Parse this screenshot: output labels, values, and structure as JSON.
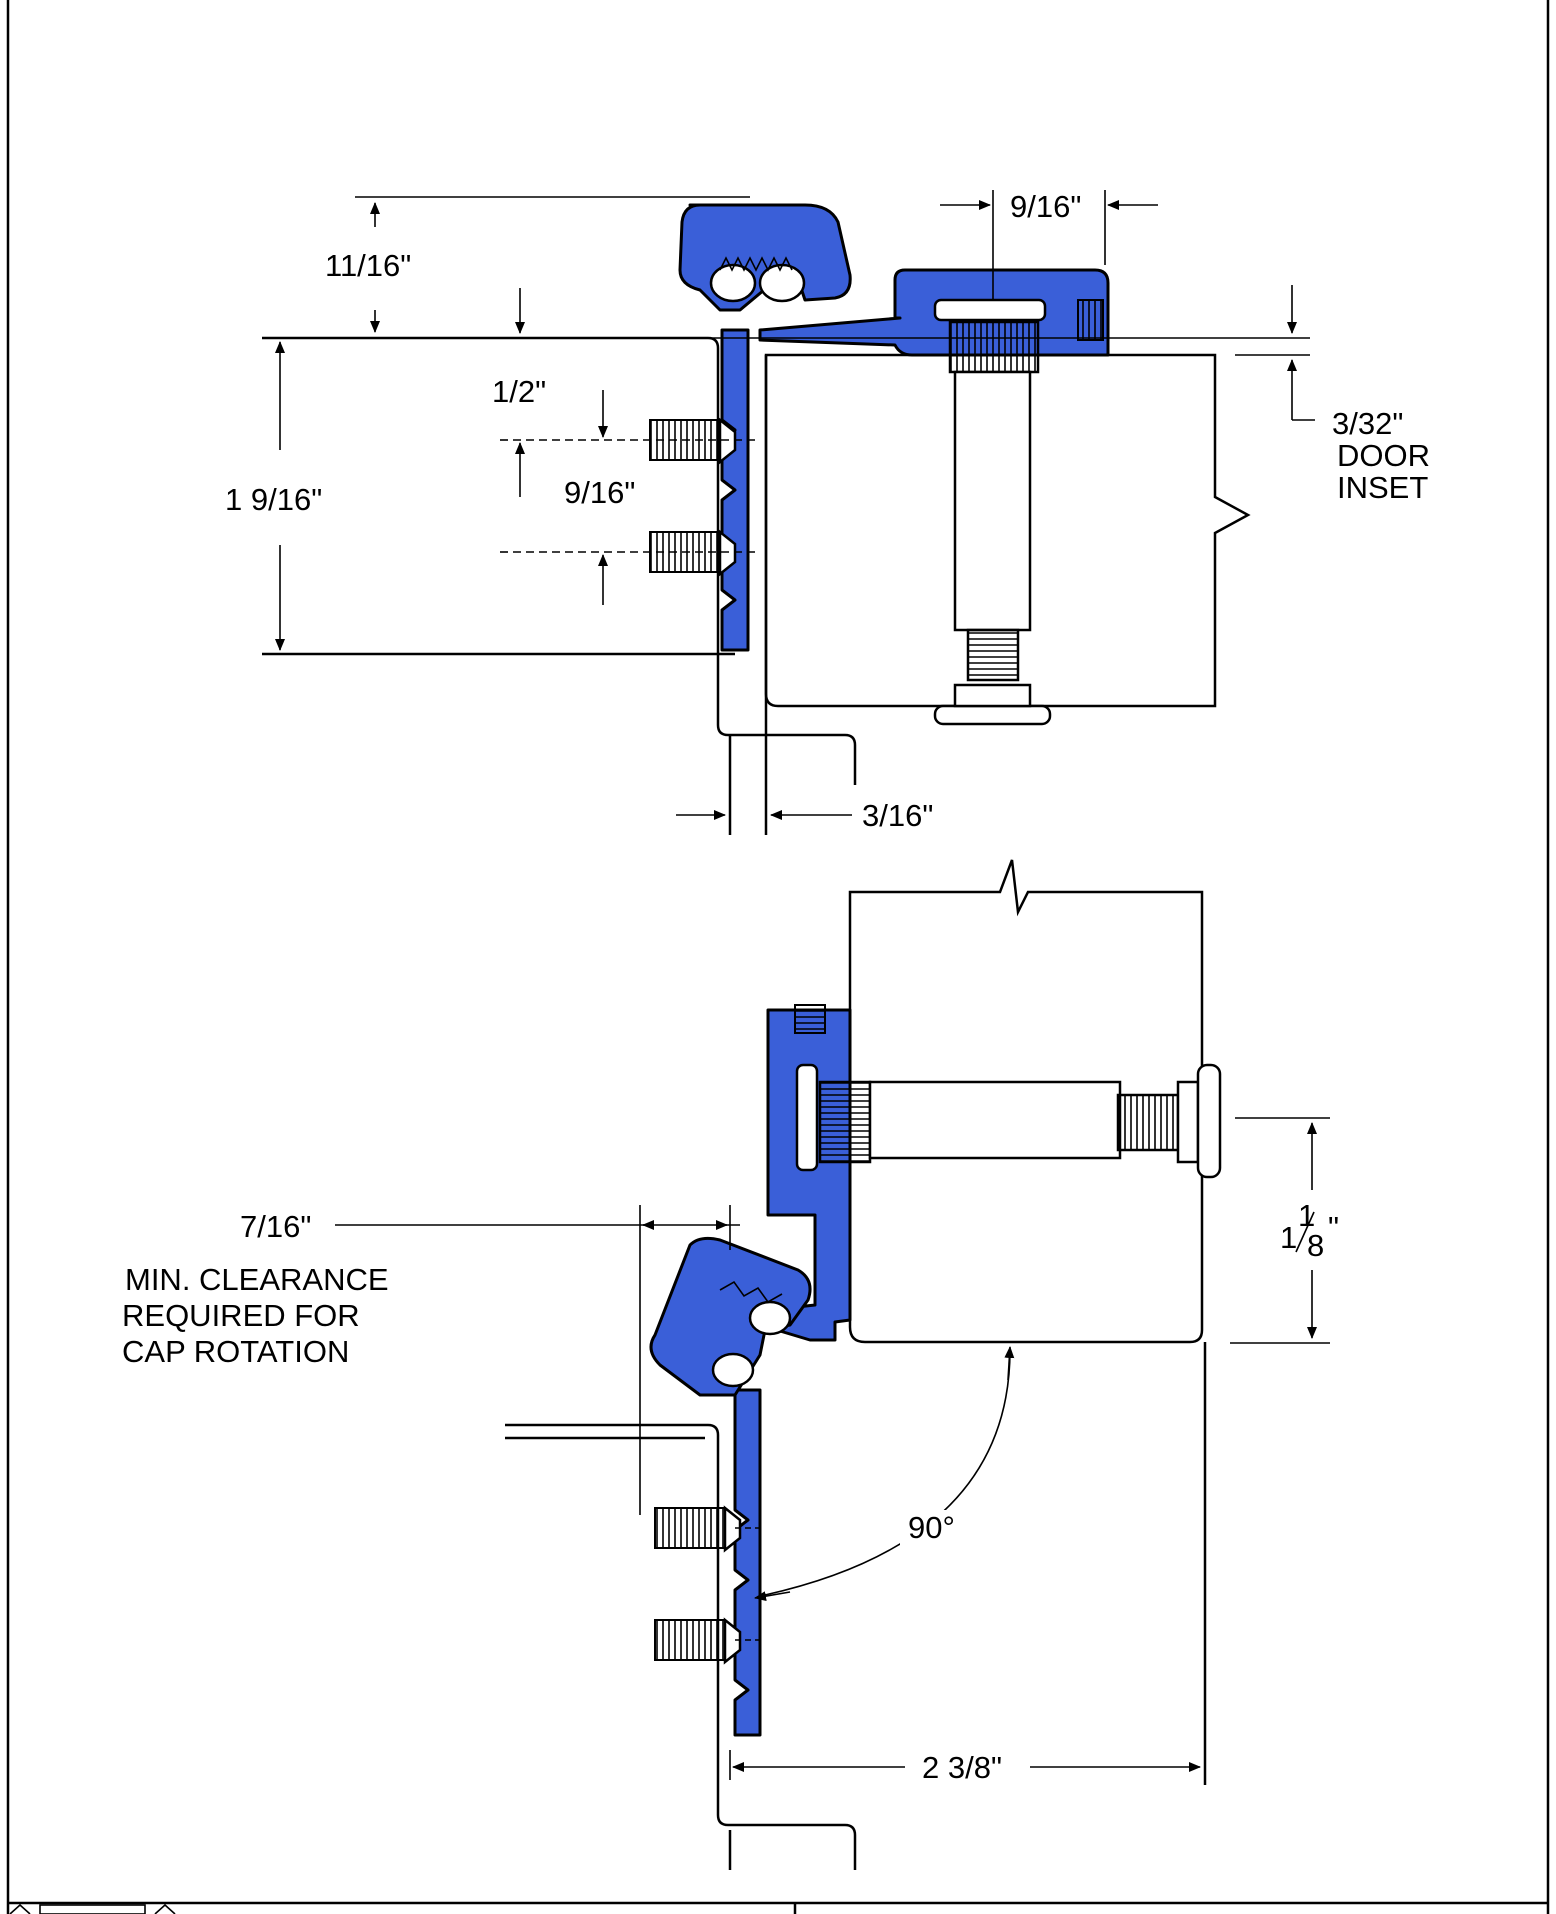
{
  "top_view": {
    "labels": {
      "cap_height": "11/16\"",
      "pin_offset": "9/16\"",
      "frame_half": "1/2\"",
      "screw_spacing": "9/16\"",
      "frame_height": "1 9/16\"",
      "door_inset_value": "3/32\"",
      "door_inset_line1": "DOOR",
      "door_inset_line2": "INSET",
      "leaf_gap": "3/16\""
    }
  },
  "bottom_view": {
    "labels": {
      "clearance_value": "7/16\"",
      "clearance_line1": "MIN. CLEARANCE",
      "clearance_line2": "REQUIRED FOR",
      "clearance_line3": "CAP ROTATION",
      "offset_whole": "1",
      "offset_num": "1",
      "offset_den": "8",
      "offset_unit": "\"",
      "angle": "90°",
      "overall_width": "2 3/8\""
    }
  },
  "colors": {
    "hinge_blue": "#3a5fd8",
    "line": "#000000",
    "paper": "#ffffff"
  }
}
